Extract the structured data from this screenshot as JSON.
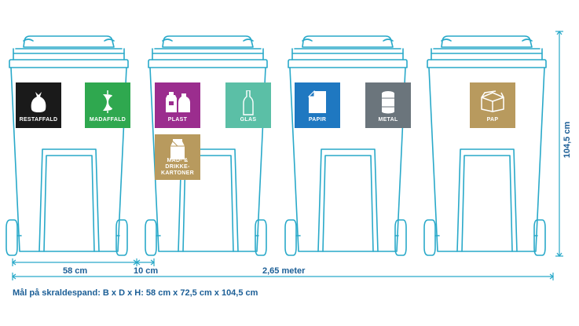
{
  "labels": {
    "restaffald": {
      "text": "RESTAFFALD",
      "color": "#1a1a1a",
      "icon": "trash-bag-icon"
    },
    "madaffald": {
      "text": "MADAFFALD",
      "color": "#2fa84f",
      "icon": "apple-core-icon"
    },
    "plast": {
      "text": "PLAST",
      "color": "#9b2d8e",
      "icon": "plastic-bottles-icon"
    },
    "glas": {
      "text": "GLAS",
      "color": "#5bbfa6",
      "icon": "glass-bottle-icon"
    },
    "mad_drikke": {
      "line1": "MAD- & DRIKKE-",
      "line2": "KARTONER",
      "color": "#b89a5e",
      "icon": "milk-carton-icon"
    },
    "papir": {
      "text": "PAPIR",
      "color": "#1f78c1",
      "icon": "paper-sheet-icon"
    },
    "metal": {
      "text": "METAL",
      "color": "#6b757c",
      "icon": "tin-can-icon"
    },
    "pap": {
      "text": "PAP",
      "color": "#b89a5e",
      "icon": "cardboard-box-icon"
    }
  },
  "dimensions": {
    "bin_width": "58 cm",
    "gap": "10 cm",
    "total_width": "2,65 meter",
    "height": "104,5 cm"
  },
  "note": "Mål på skraldespand: B x D x H: 58 cm x 72,5 cm x 104,5 cm",
  "colors": {
    "outline": "#29a9c9",
    "text": "#1b5e96"
  }
}
